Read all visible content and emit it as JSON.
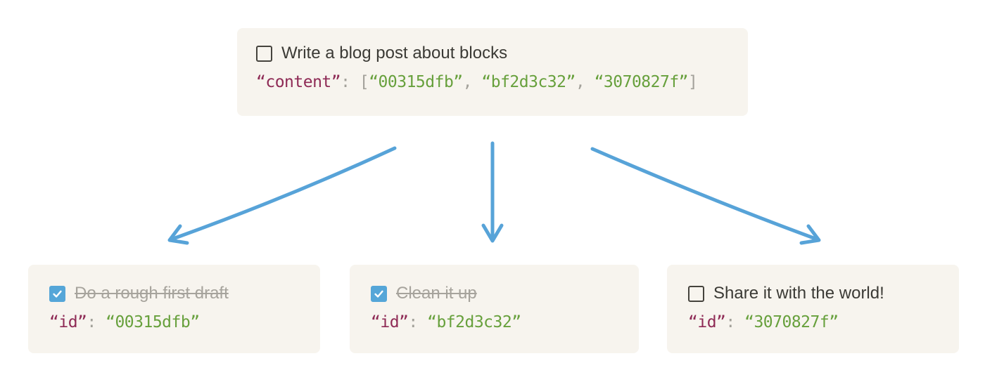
{
  "colors": {
    "box_bg": "#f7f4ee",
    "checkbox_blue": "#55a6d8",
    "arrow_blue": "#57a3d8",
    "code_key": "#8e2a55",
    "code_value": "#67a03c",
    "code_punct": "#a3a19a",
    "text_dark": "#3b3a35",
    "text_muted": "#a6a39c"
  },
  "icons": {
    "checkmark": "checkmark",
    "checkbox_unchecked": "empty-square",
    "arrows": [
      "arrow-down-left",
      "arrow-down",
      "arrow-down-right"
    ]
  },
  "parent_block": {
    "checked": false,
    "title": "Write a blog post about blocks",
    "code": {
      "key": "“content”",
      "colon": ": ",
      "open_bracket": "[",
      "values": [
        "“00315dfb”",
        "“bf2d3c32”",
        "“3070827f”"
      ],
      "separator": ", ",
      "close_bracket": "]"
    }
  },
  "child_blocks": [
    {
      "checked": true,
      "title": "Do a rough first draft",
      "code": {
        "key": "“id”",
        "colon": ": ",
        "value": "“00315dfb”"
      }
    },
    {
      "checked": true,
      "title": "Clean it up",
      "code": {
        "key": "“id”",
        "colon": ": ",
        "value": "“bf2d3c32”"
      }
    },
    {
      "checked": false,
      "title": "Share it with the world!",
      "code": {
        "key": "“id”",
        "colon": ": ",
        "value": "“3070827f”"
      }
    }
  ]
}
